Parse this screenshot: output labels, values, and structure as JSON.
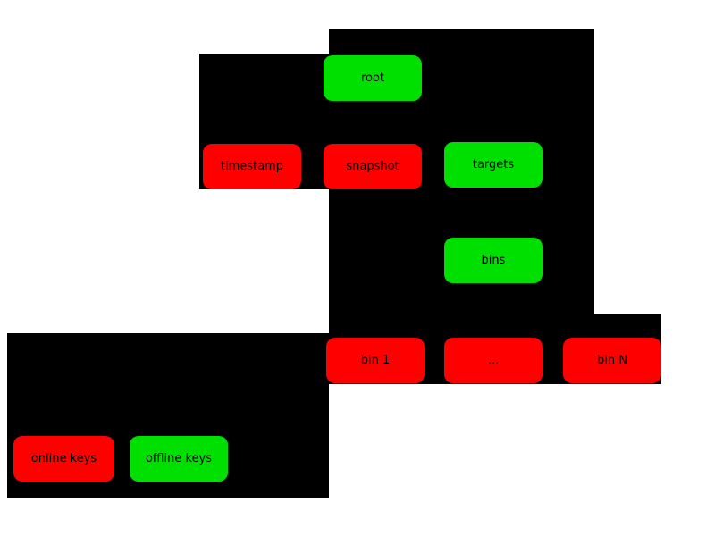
{
  "colors": {
    "online": "#ff0000",
    "offline": "#00e000",
    "block": "#000000",
    "text": "#000000",
    "background": "#ffffff"
  },
  "nodes": {
    "root": {
      "label": "root",
      "keys": "offline"
    },
    "timestamp": {
      "label": "timestamp",
      "keys": "online"
    },
    "snapshot": {
      "label": "snapshot",
      "keys": "online"
    },
    "targets": {
      "label": "targets",
      "keys": "offline"
    },
    "bins": {
      "label": "bins",
      "keys": "offline"
    },
    "bin_1": {
      "label": "bin 1",
      "keys": "online"
    },
    "bin_ellipsis": {
      "label": "...",
      "keys": "online"
    },
    "bin_n": {
      "label": "bin N",
      "keys": "online"
    }
  },
  "legend": {
    "online_keys": {
      "label": "online keys",
      "keys": "online"
    },
    "offline_keys": {
      "label": "offline keys",
      "keys": "offline"
    }
  }
}
